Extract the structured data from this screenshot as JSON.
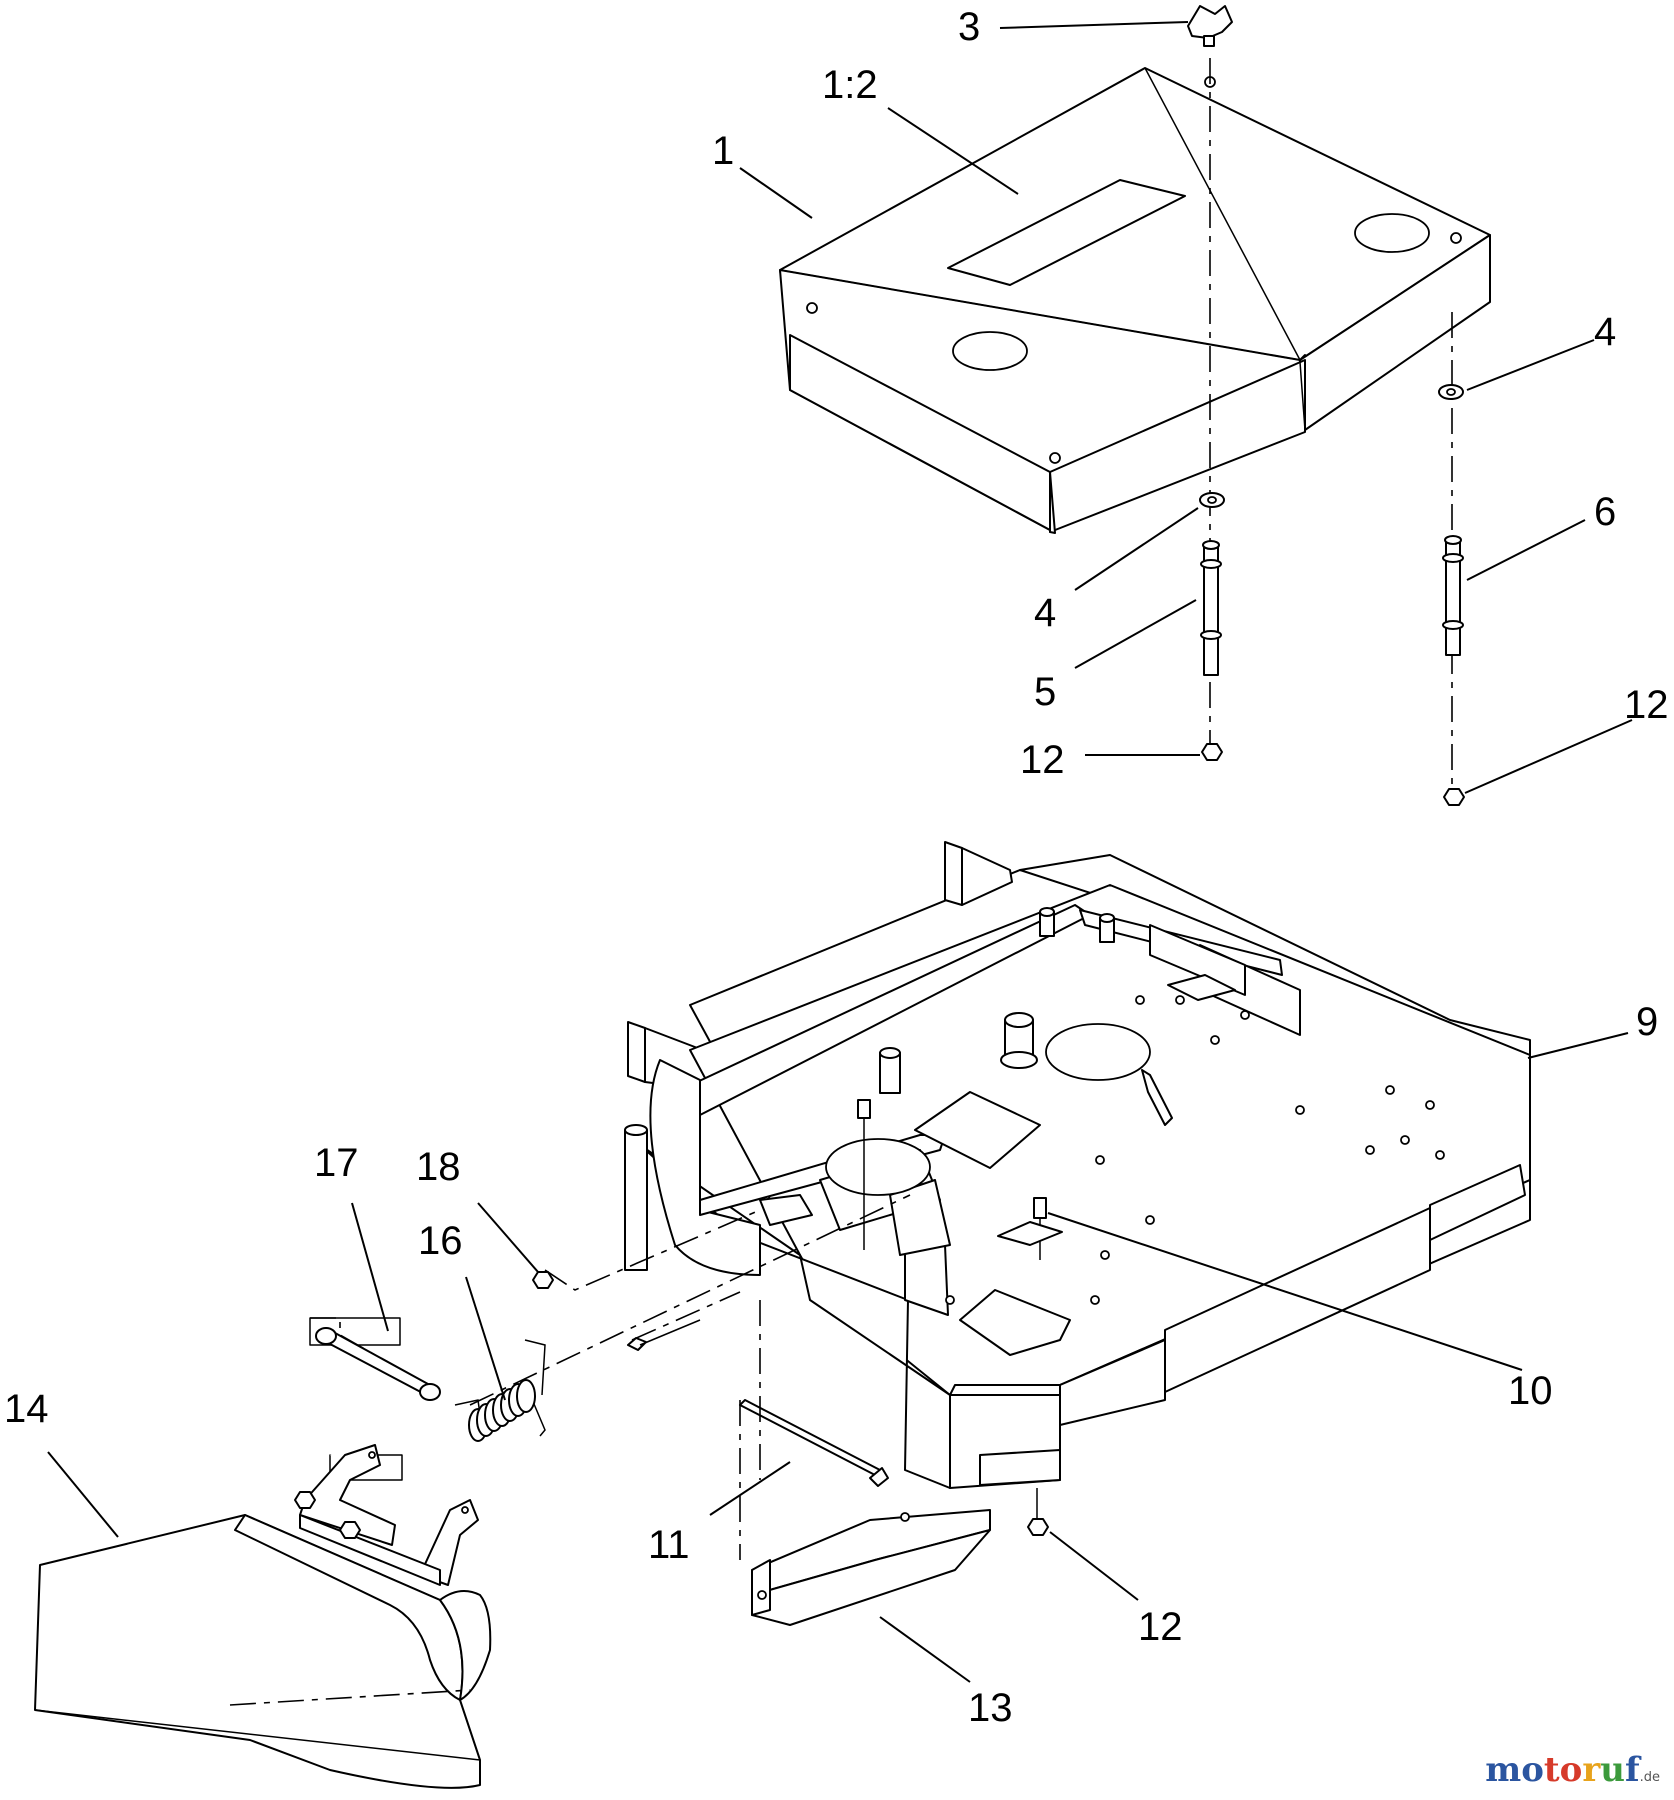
{
  "callouts": [
    {
      "id": "c1",
      "text": "1"
    },
    {
      "id": "c1_2",
      "text": "1:2"
    },
    {
      "id": "c3",
      "text": "3"
    },
    {
      "id": "c4a",
      "text": "4"
    },
    {
      "id": "c4b",
      "text": "4"
    },
    {
      "id": "c5",
      "text": "5"
    },
    {
      "id": "c6",
      "text": "6"
    },
    {
      "id": "c9",
      "text": "9"
    },
    {
      "id": "c10",
      "text": "10"
    },
    {
      "id": "c11",
      "text": "11"
    },
    {
      "id": "c12a",
      "text": "12"
    },
    {
      "id": "c12b",
      "text": "12"
    },
    {
      "id": "c12c",
      "text": "12"
    },
    {
      "id": "c13",
      "text": "13"
    },
    {
      "id": "c14",
      "text": "14"
    },
    {
      "id": "c16",
      "text": "16"
    },
    {
      "id": "c17",
      "text": "17"
    },
    {
      "id": "c18",
      "text": "18"
    }
  ],
  "watermark": {
    "part1": "mo",
    "part2": "to",
    "part3": "r",
    "part4": "u",
    "part5": "f",
    "suffix": ".de"
  }
}
